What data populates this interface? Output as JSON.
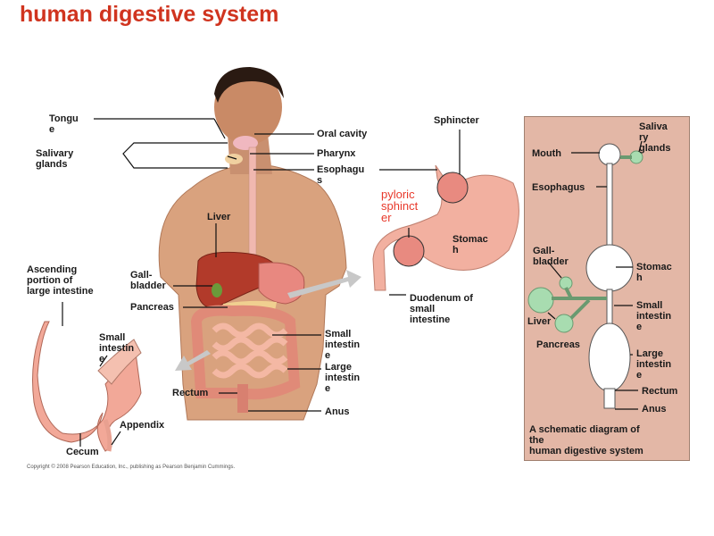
{
  "title": "human digestive system",
  "labels": {
    "tongue": "Tongu\ne",
    "salivary_glands": "Salivary\nglands",
    "oral_cavity": "Oral cavity",
    "pharynx": "Pharynx",
    "esophagus": "Esophagu\ns",
    "liver": "Liver",
    "gallbladder": "Gall-\nbladder",
    "pancreas": "Pancreas",
    "small_intestine": "Small\nintestin\ne",
    "large_intestine": "Large\nintestin\ne",
    "rectum": "Rectum",
    "anus": "Anus",
    "ascending": "Ascending\nportion of\nlarge intestine",
    "inset_small_intestine": "Small\nintestin\ne",
    "appendix": "Appendix",
    "cecum": "Cecum",
    "sphincter": "Sphincter",
    "pyloric_sphincter": "pyloric\nsphinct\ner",
    "stomach": "Stomac\nh",
    "duodenum": "Duodenum of\nsmall\nintestine"
  },
  "schematic": {
    "mouth": "Mouth",
    "salivary_glands": "Saliva\nry\nglands",
    "esophagus": "Esophagus",
    "gallbladder": "Gall-\nbladder",
    "stomach": "Stomac\nh",
    "small_intestine": "Small\nintestin\ne",
    "liver": "Liver",
    "pancreas": "Pancreas",
    "large_intestine": "Large\nintestin\ne",
    "rectum": "Rectum",
    "anus": "Anus",
    "caption": "A schematic diagram of\nthe\nhuman digestive system"
  },
  "copyright": "Copyright © 2008 Pearson Education, Inc., publishing as Pearson Benjamin Cummings.",
  "colors": {
    "title": "#d0341f",
    "panel": "#e3b7a6",
    "organ_green": "#a8dcb0",
    "skin": "#d9a27e",
    "liver": "#b23a2a",
    "intestine": "#f2b3a0"
  }
}
